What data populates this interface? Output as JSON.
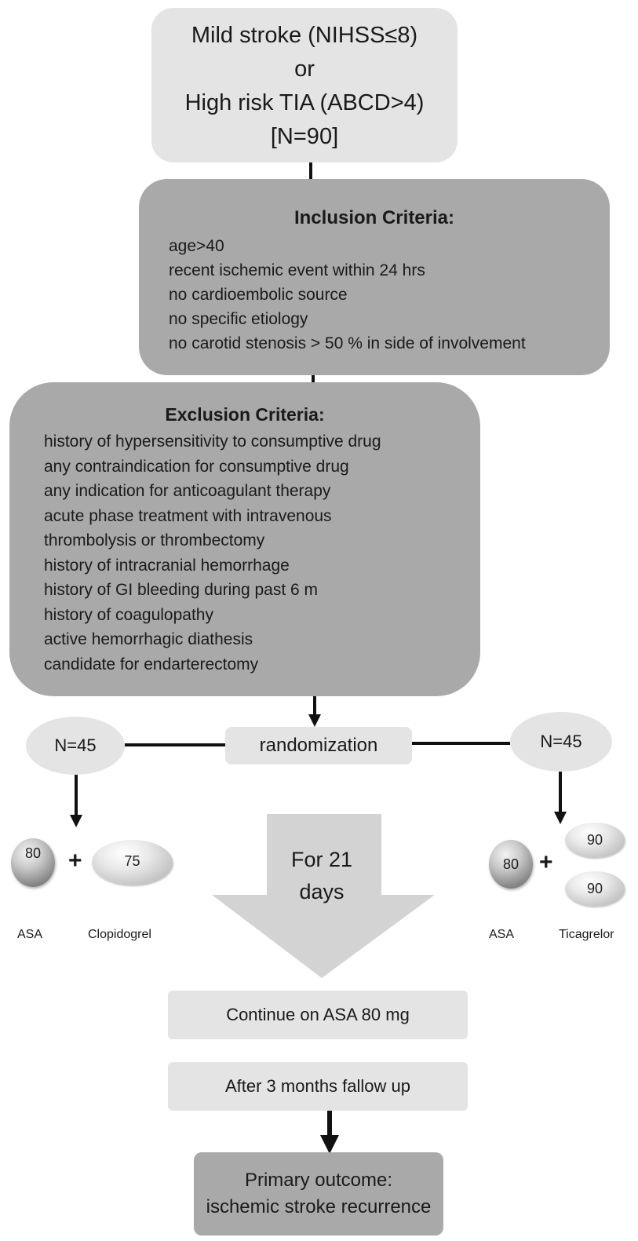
{
  "top_box": {
    "line1": "Mild stroke (NIHSS≤8)",
    "line2": "or",
    "line3": "High risk TIA (ABCD>4)",
    "line4": "[N=90]"
  },
  "inclusion": {
    "title": "Inclusion  Criteria:",
    "items": [
      "age>40",
      "recent ischemic event within 24 hrs",
      "no cardioembolic source",
      "no specific etiology",
      "no carotid stenosis > 50 % in side of involvement"
    ]
  },
  "exclusion": {
    "title": "Exclusion Criteria:",
    "items": [
      "history of hypersensitivity to consumptive drug",
      "any contraindication for consumptive drug",
      "any indication for anticoagulant therapy",
      "acute phase treatment with intravenous",
      "thrombolysis or thrombectomy",
      "history of intracranial hemorrhage",
      "history of GI bleeding during past 6 m",
      "history of coagulopathy",
      "active hemorrhagic diathesis",
      "candidate for endarterectomy"
    ]
  },
  "randomization": "randomization",
  "left_arm": {
    "n": "N=45",
    "asa_dose": "80",
    "plus": "+",
    "drug_dose": "75",
    "asa_label": "ASA",
    "drug_label": "Clopidogrel"
  },
  "right_arm": {
    "n": "N=45",
    "asa_dose": "80",
    "plus": "+",
    "drug_dose_1": "90",
    "drug_dose_2": "90",
    "asa_label": "ASA",
    "drug_label": "Ticagrelor"
  },
  "duration": {
    "line1": "For 21",
    "line2": "days"
  },
  "continue": "Continue on ASA 80 mg",
  "followup": "After 3 months fallow up",
  "outcome": {
    "line1": "Primary outcome:",
    "line2": "ischemic stroke recurrence"
  },
  "colors": {
    "light_box": "#e4e4e4",
    "dark_box": "#a9a9a9",
    "line": "#111111",
    "big_arrow": "#d3d3d3"
  }
}
